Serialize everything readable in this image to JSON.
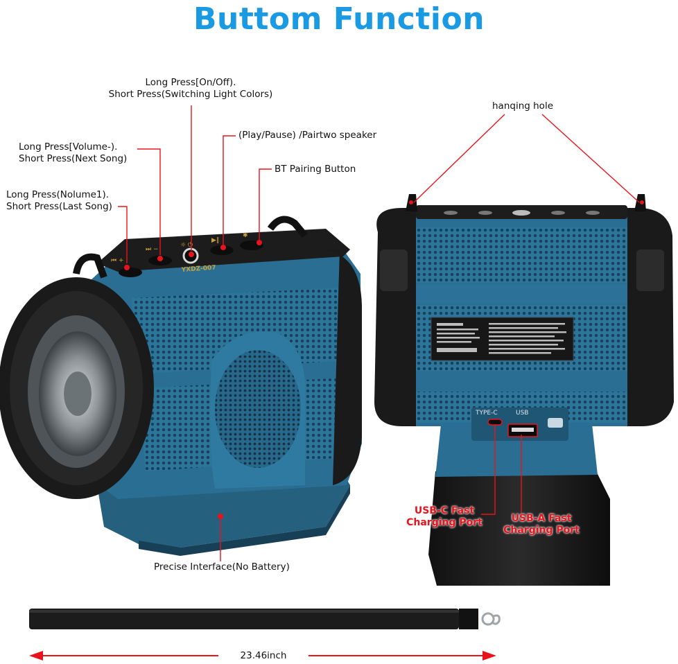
{
  "title": "Buttom Function",
  "labels": {
    "power": [
      "Long Press[On/Off).",
      "Short Press(Switching Light Colors)"
    ],
    "volume_down": [
      "Long Press[Volume-).",
      "Short Press(Next Song)"
    ],
    "volume_up": [
      "Long Press(Nolume1).",
      "Short Press(Last Song)"
    ],
    "play_pause": "(Play/Pause) /Pairtwo speaker",
    "bt_pairing": "BT Pairing Button",
    "hanging_hole": "hanqing hole",
    "interface": "Precise Interface(No Battery)",
    "usb_c": [
      "USB-C Fast",
      "Charging Port"
    ],
    "usb_a": [
      "USB-A Fast",
      "Charging Port"
    ],
    "strap_length": "23.46inch"
  },
  "device_markings": {
    "model": "YXDZ-007",
    "port_type_c": "TYPE-C",
    "port_usb": "USB"
  },
  "colors": {
    "title": "#1b9ae4",
    "annotation_line": "#e8141c",
    "body_blue": "#2a6f93",
    "rubber_black": "#1a1a1a"
  }
}
